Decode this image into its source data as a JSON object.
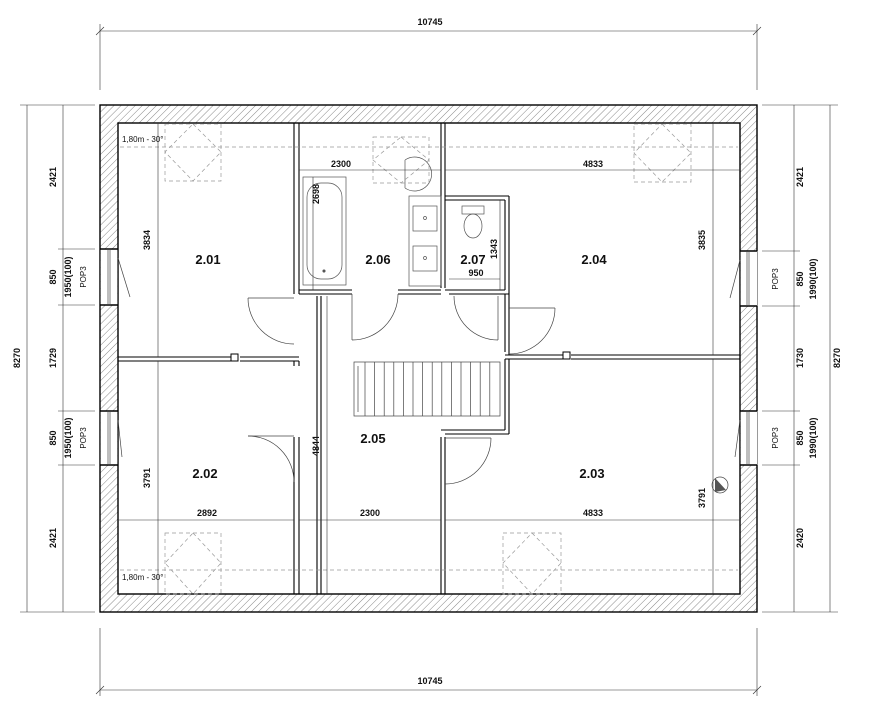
{
  "overall_width_top": "10745",
  "overall_width_bottom": "10745",
  "left_dims": {
    "total": "8270",
    "top": "2421",
    "window_upper": "850",
    "window_upper_sub": "1950(100)",
    "middle": "1729",
    "window_lower": "850",
    "window_lower_sub": "1950(100)",
    "bottom": "2421"
  },
  "right_dims": {
    "total": "8270",
    "top": "2421",
    "window_upper": "850",
    "window_upper_sub": "1990(100)",
    "middle": "1730",
    "window_lower": "850",
    "window_lower_sub": "1990(100)",
    "bottom": "2420"
  },
  "window_tag": "POP3",
  "rooms": {
    "r201": "2.01",
    "r202": "2.02",
    "r203": "2.03",
    "r204": "2.04",
    "r205": "2.05",
    "r206": "2.06",
    "r207": "2.07"
  },
  "interior_dims": {
    "d2300_top": "2300",
    "d4833_top": "4833",
    "d3834": "3834",
    "d3835": "3835",
    "d2698": "2698",
    "d1343": "1343",
    "d950": "950",
    "d3791_left": "3791",
    "d3791_right": "3791",
    "d4844": "4844",
    "d2892": "2892",
    "d2300_bottom": "2300",
    "d4833_bottom": "4833"
  },
  "notes": {
    "top_left": "1,80m - 30°",
    "bottom_left": "1,80m - 30°"
  },
  "colors": {
    "line": "#000000",
    "hatch": "#555555",
    "dash": "#999999"
  }
}
